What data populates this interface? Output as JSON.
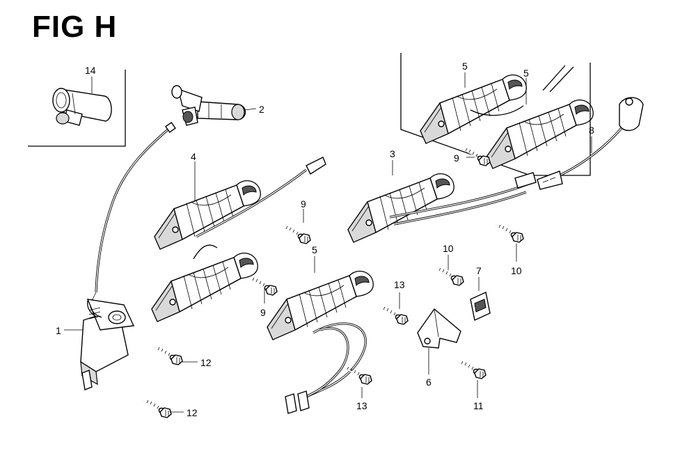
{
  "figure": {
    "title": "FIG H"
  },
  "callouts": {
    "p1": "1",
    "p2": "2",
    "p3": "3",
    "p4": "4",
    "p5a": "5",
    "p5b": "5",
    "p5c": "5",
    "p6": "6",
    "p7": "7",
    "p8": "8",
    "p9a": "9",
    "p9b": "9",
    "p9c": "9",
    "p10a": "10",
    "p10b": "10",
    "p11": "11",
    "p12a": "12",
    "p12b": "12",
    "p13a": "13",
    "p13b": "13",
    "p14": "14"
  },
  "parts_icons": [
    "ignition-coil",
    "plug-cap",
    "charge-coil",
    "bolt",
    "bracket",
    "terminal",
    "wire-harness"
  ],
  "colors": {
    "line": "#000000",
    "background": "#ffffff",
    "shade": "#d9d9d9"
  }
}
